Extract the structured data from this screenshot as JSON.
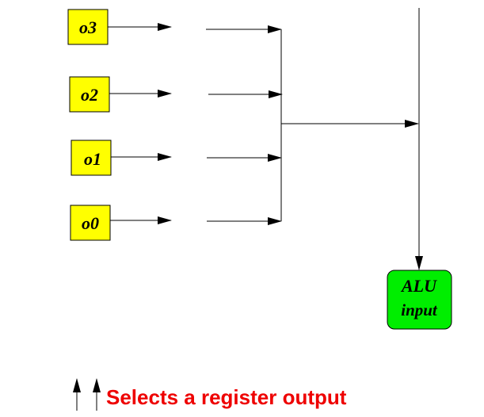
{
  "registers": [
    {
      "name": "o3"
    },
    {
      "name": "o2"
    },
    {
      "name": "o1"
    },
    {
      "name": "o0"
    }
  ],
  "alu": {
    "line1": "ALU",
    "line2": "input"
  },
  "caption": "Selects a register output",
  "colors": {
    "register_fill": "#ffff00",
    "alu_fill": "#00ee00",
    "caption_text": "#ee0000",
    "lines": "#000000"
  }
}
